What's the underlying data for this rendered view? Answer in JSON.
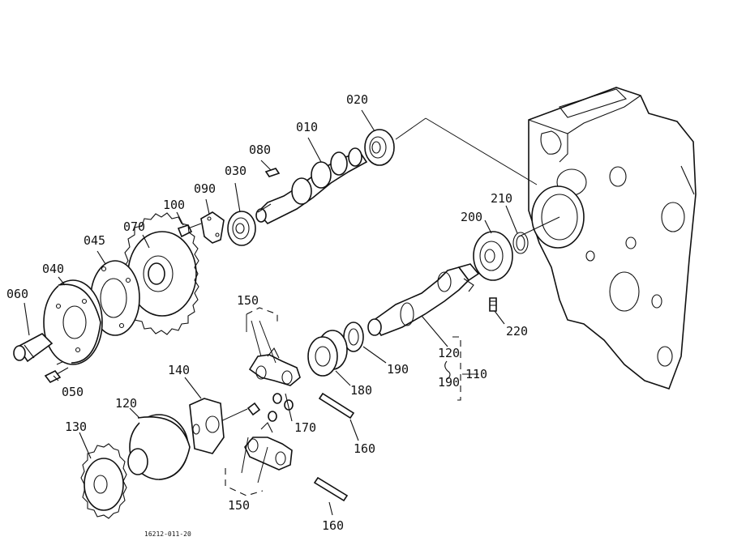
{
  "callouts": {
    "p010": "010",
    "p020": "020",
    "p030": "030",
    "p040": "040",
    "p045": "045",
    "p050": "050",
    "p060": "060",
    "p070": "070",
    "p080": "080",
    "p090": "090",
    "p100": "100",
    "p110": "110",
    "p120_group": "120",
    "p120_part": "120",
    "p130": "130",
    "p140": "140",
    "p150_top": "150",
    "p150_bottom": "150",
    "p160_top": "160",
    "p160_bottom": "160",
    "p170": "170",
    "p180": "180",
    "p190_part": "190",
    "p190_group": "190",
    "p200": "200",
    "p210": "210",
    "p220": "220"
  },
  "drawing_code": "16212-011-20"
}
